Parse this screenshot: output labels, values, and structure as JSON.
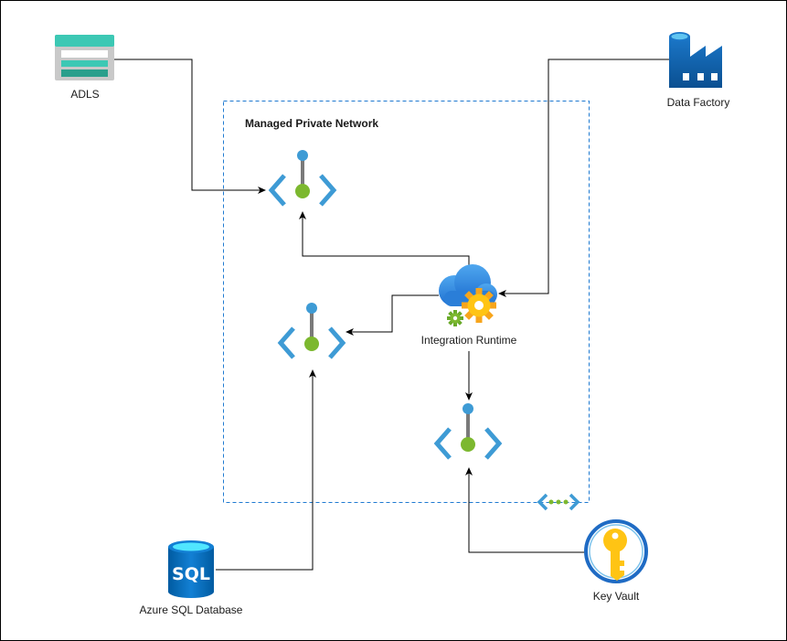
{
  "labels": {
    "adls": "ADLS",
    "data_factory": "Data Factory",
    "network_title": "Managed Private Network",
    "integration_runtime": "Integration Runtime",
    "sql_db": "Azure SQL Database",
    "key_vault": "Key Vault"
  },
  "icons": {
    "adls": "storage-account-icon",
    "data_factory": "data-factory-icon",
    "private_endpoint": "private-endpoint-icon",
    "integration_runtime": "integration-runtime-icon",
    "sql_db": "sql-database-icon",
    "key_vault": "key-vault-icon",
    "vnet": "virtual-network-icon"
  },
  "colors": {
    "azure_blue": "#3e9bd5",
    "green": "#7cb82f",
    "teal": "#3cc8b4",
    "gold": "#ffc414",
    "boundary": "#1f7ad1"
  }
}
